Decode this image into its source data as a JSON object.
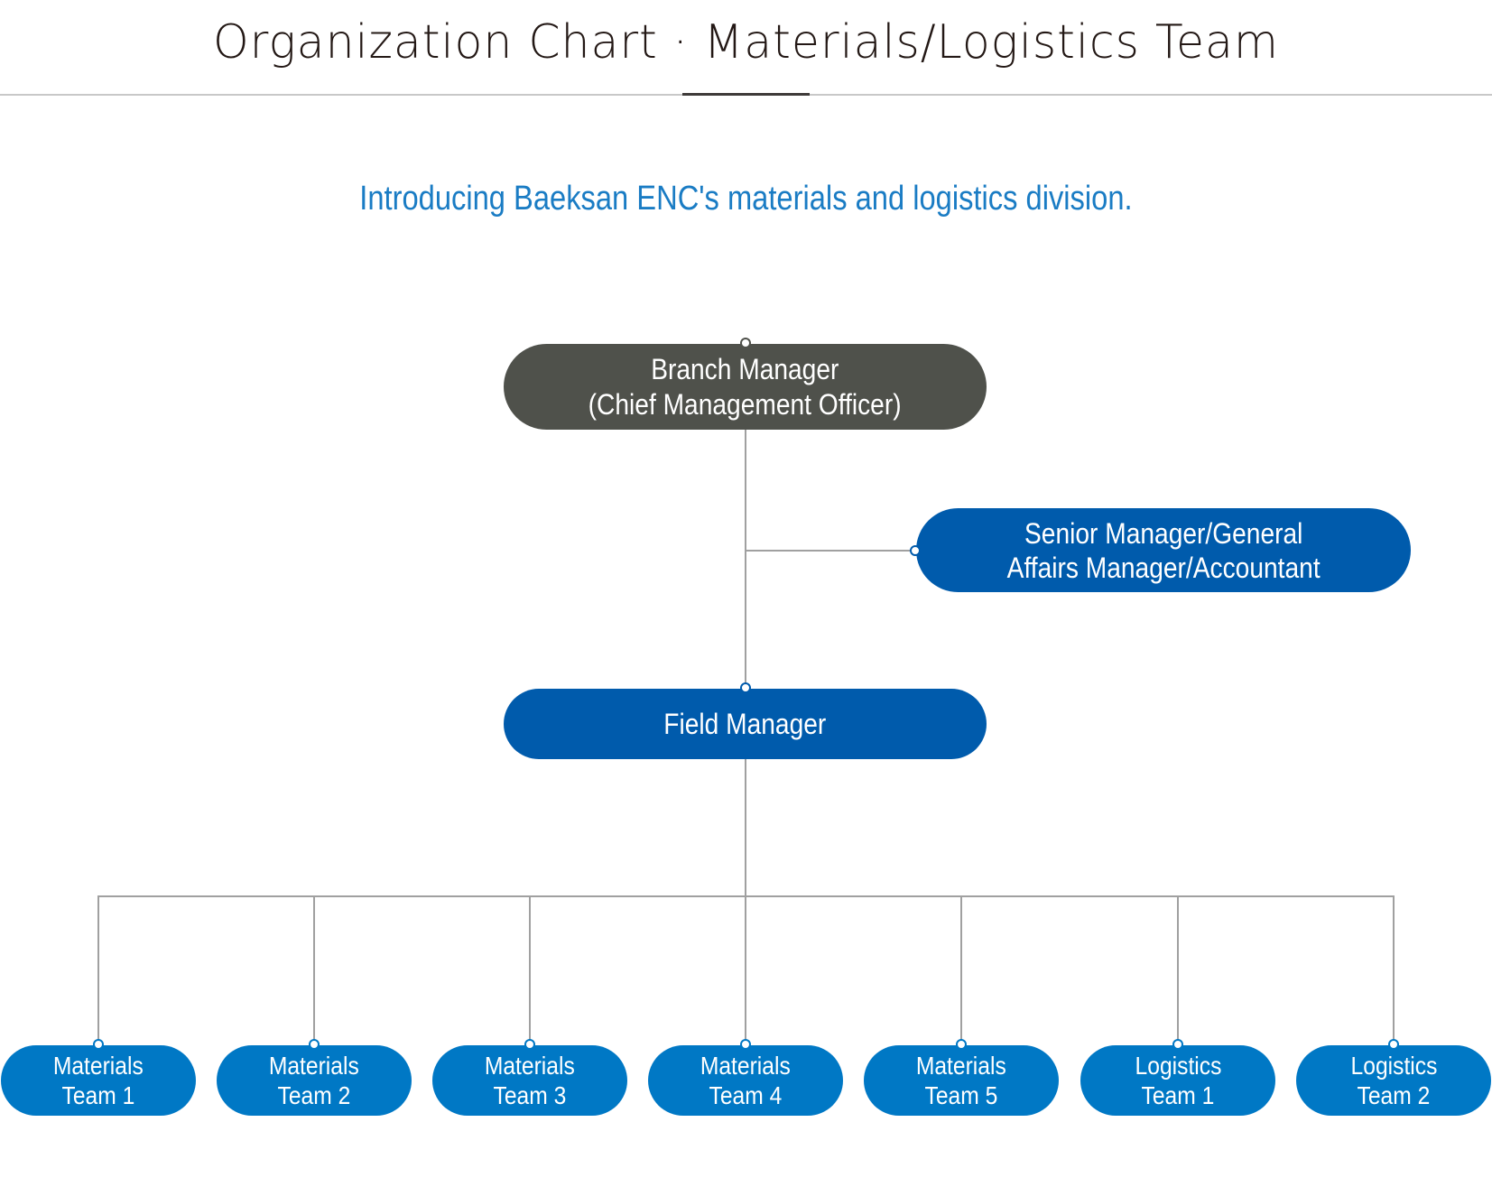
{
  "header": {
    "title": "Organization Chart · Materials/Logistics Team"
  },
  "intro": {
    "text": "Introducing Baeksan ENC's materials and logistics division."
  },
  "colors": {
    "title_text": "#231815",
    "subtitle_text": "#1a7cc4",
    "branch_manager": "#4f514b",
    "manager_blue": "#005bac",
    "team_blue": "#0078c5",
    "connector": "#a0a0a0"
  },
  "org": {
    "branch_manager": {
      "line1": "Branch Manager",
      "line2": "(Chief Management Officer)"
    },
    "staff": {
      "line1": "Senior Manager/General",
      "line2": "Affairs Manager/Accountant"
    },
    "field_manager": {
      "label": "Field Manager"
    },
    "teams": [
      {
        "line1": "Materials",
        "line2": "Team 1"
      },
      {
        "line1": "Materials",
        "line2": "Team 2"
      },
      {
        "line1": "Materials",
        "line2": "Team 3"
      },
      {
        "line1": "Materials",
        "line2": "Team 4"
      },
      {
        "line1": "Materials",
        "line2": "Team 5"
      },
      {
        "line1": "Logistics",
        "line2": "Team 1"
      },
      {
        "line1": "Logistics",
        "line2": "Team 2"
      }
    ]
  }
}
